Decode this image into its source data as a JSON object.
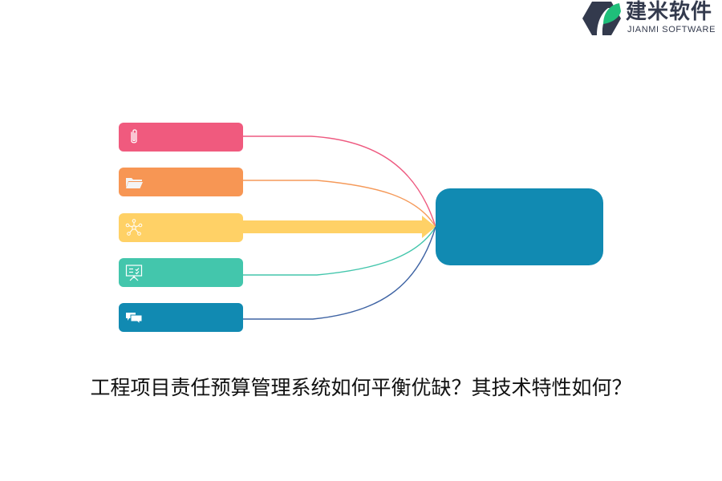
{
  "logo": {
    "name_cn": "建米软件",
    "name_en": "JIANMI SOFTWARE",
    "colors": {
      "dark": "#333a4d",
      "green": "#1fbf7a"
    }
  },
  "diagram": {
    "type": "converging-flow",
    "items": [
      {
        "icon": "paperclip-icon",
        "color": "#F05A7E",
        "line_color": "#EE5A80",
        "label": ""
      },
      {
        "icon": "folder-open-icon",
        "color": "#F79654",
        "line_color": "#F59A5A",
        "label": ""
      },
      {
        "icon": "network-nodes-icon",
        "color": "#FFD166",
        "line_color": "#FFD166",
        "label": "",
        "emphasized": true
      },
      {
        "icon": "presentation-board-icon",
        "color": "#43C6AC",
        "line_color": "#43C6AC",
        "label": ""
      },
      {
        "icon": "chat-bubbles-icon",
        "color": "#118AB2",
        "line_color": "#3F64A4",
        "label": ""
      }
    ],
    "hub": {
      "color": "#118AB2",
      "label": ""
    }
  },
  "title": "工程项目责任预算管理系统如何平衡优缺？其技术特性如何？"
}
